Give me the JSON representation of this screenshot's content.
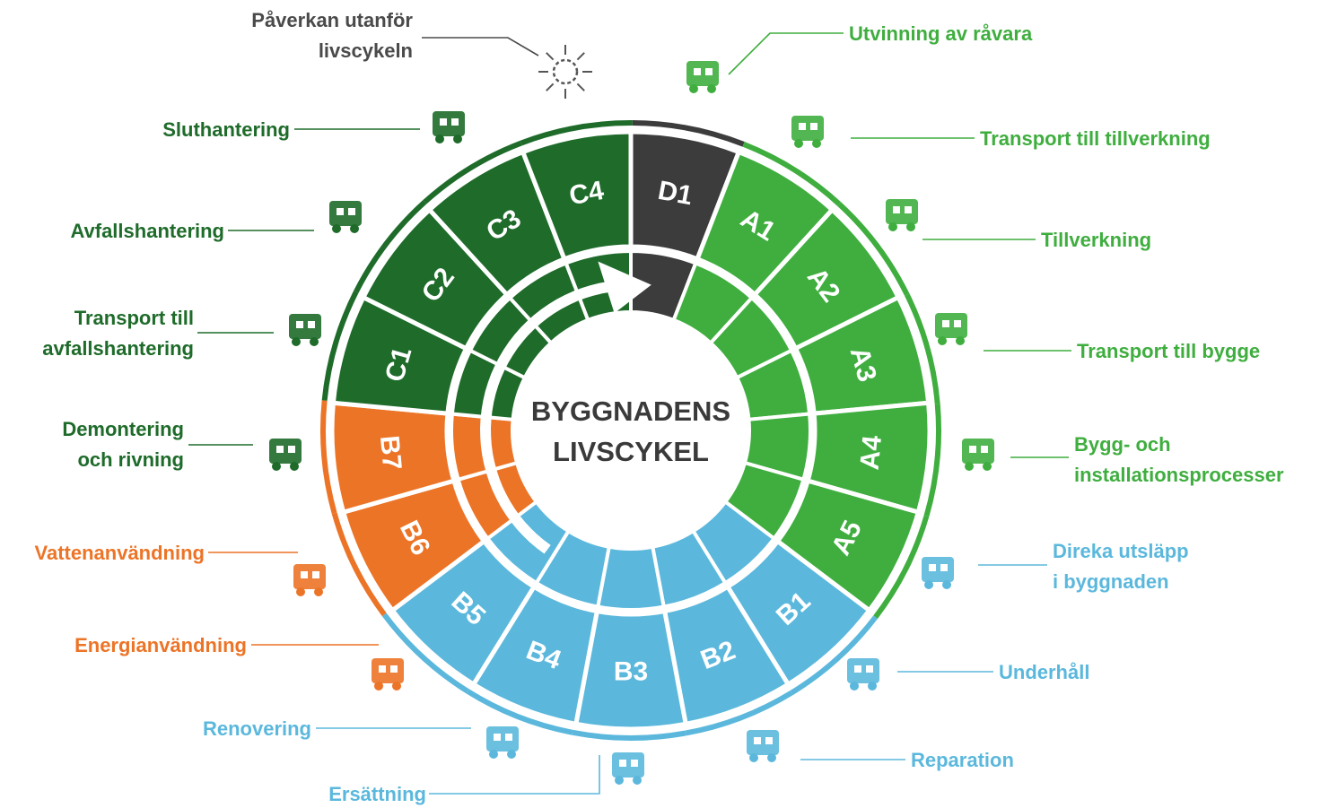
{
  "center": {
    "line1": "BYGGNADENS",
    "line2": "LIVSCYKEL"
  },
  "colors": {
    "light_green": "#3FAE3F",
    "dark_green": "#1E6B2A",
    "dark_gray": "#3C3C3C",
    "orange": "#EC7427",
    "blue": "#5BB8DC",
    "label_gray": "#4A4A4A"
  },
  "segments": [
    {
      "code": "D1",
      "group": "dark_gray"
    },
    {
      "code": "A1",
      "group": "light_green"
    },
    {
      "code": "A2",
      "group": "light_green"
    },
    {
      "code": "A3",
      "group": "light_green"
    },
    {
      "code": "A4",
      "group": "light_green"
    },
    {
      "code": "A5",
      "group": "light_green"
    },
    {
      "code": "B1",
      "group": "blue"
    },
    {
      "code": "B2",
      "group": "blue"
    },
    {
      "code": "B3",
      "group": "blue"
    },
    {
      "code": "B4",
      "group": "blue"
    },
    {
      "code": "B5",
      "group": "blue"
    },
    {
      "code": "B6",
      "group": "orange"
    },
    {
      "code": "B7",
      "group": "orange"
    },
    {
      "code": "C1",
      "group": "dark_green"
    },
    {
      "code": "C2",
      "group": "dark_green"
    },
    {
      "code": "C3",
      "group": "dark_green"
    },
    {
      "code": "C4",
      "group": "dark_green"
    }
  ],
  "labels": [
    {
      "id": "d1",
      "lines": [
        "Påverkan utanför",
        "livscykeln"
      ],
      "color": "label_gray",
      "icon": "sun-arrows-icon"
    },
    {
      "id": "a1",
      "lines": [
        "Utvinning av råvara"
      ],
      "color": "light_green",
      "icon": "mining-icon"
    },
    {
      "id": "a2",
      "lines": [
        "Transport till tillverkning"
      ],
      "color": "light_green",
      "icon": "dump-truck-icon"
    },
    {
      "id": "a3",
      "lines": [
        "Tillverkning"
      ],
      "color": "light_green",
      "icon": "factory-icon"
    },
    {
      "id": "a4",
      "lines": [
        "Transport till bygge"
      ],
      "color": "light_green",
      "icon": "truck-icon"
    },
    {
      "id": "a5",
      "lines": [
        "Bygg- och",
        "installationsprocesser"
      ],
      "color": "light_green",
      "icon": "crane-icon"
    },
    {
      "id": "b1",
      "lines": [
        "Direka utsläpp",
        "i byggnaden"
      ],
      "color": "blue",
      "icon": "emissions-icon"
    },
    {
      "id": "b2",
      "lines": [
        "Underhåll"
      ],
      "color": "blue",
      "icon": "hand-house-icon"
    },
    {
      "id": "b3",
      "lines": [
        "Reparation"
      ],
      "color": "blue",
      "icon": "tools-icon"
    },
    {
      "id": "b4",
      "lines": [
        "Ersättning"
      ],
      "color": "blue",
      "icon": "replace-arrows-icon"
    },
    {
      "id": "b5",
      "lines": [
        "Renovering"
      ],
      "color": "blue",
      "icon": "renovation-cycle-icon"
    },
    {
      "id": "b6",
      "lines": [
        "Energianvändning"
      ],
      "color": "orange",
      "icon": "power-pylon-icon"
    },
    {
      "id": "b7",
      "lines": [
        "Vattenanvändning"
      ],
      "color": "orange",
      "icon": "water-tap-icon"
    },
    {
      "id": "c1",
      "lines": [
        "Demontering",
        "och rivning"
      ],
      "color": "dark_green",
      "icon": "demolition-icon"
    },
    {
      "id": "c2",
      "lines": [
        "Transport till",
        "avfallshantering"
      ],
      "color": "dark_green",
      "icon": "waste-truck-icon"
    },
    {
      "id": "c3",
      "lines": [
        "Avfallshantering"
      ],
      "color": "dark_green",
      "icon": "waste-processing-icon"
    },
    {
      "id": "c4",
      "lines": [
        "Sluthantering"
      ],
      "color": "dark_green",
      "icon": "landfill-fire-icon"
    }
  ]
}
